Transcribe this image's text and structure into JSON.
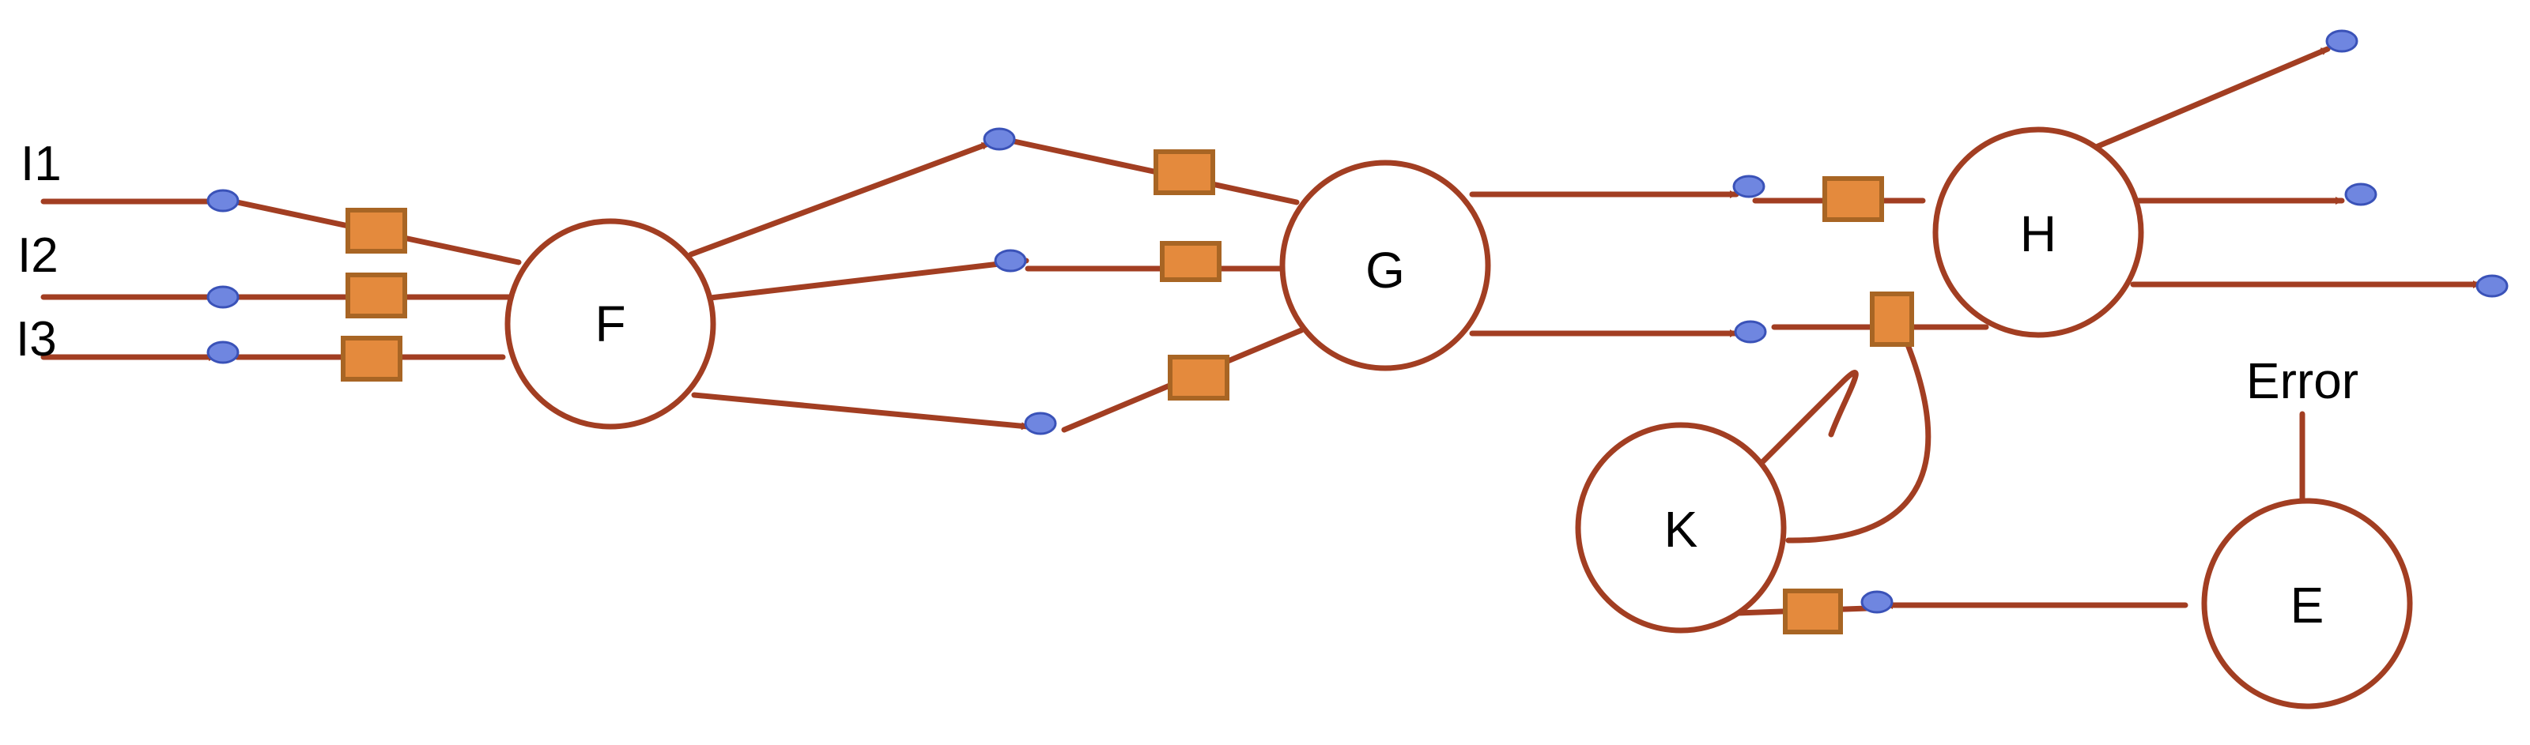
{
  "colors": {
    "edge": "#A23E22",
    "node_stroke": "#A23E22",
    "node_fill": "#FFFFFF",
    "dot_fill": "#6F86E0",
    "dot_stroke": "#3A52B8",
    "box_fill": "#E48A3D",
    "box_stroke": "#A86524"
  },
  "input_labels": {
    "i1": "I1",
    "i2": "I2",
    "i3": "I3"
  },
  "nodes": {
    "f": "F",
    "g": "G",
    "h": "H",
    "k": "K",
    "e": "E"
  },
  "annotation": {
    "error": "Error"
  }
}
